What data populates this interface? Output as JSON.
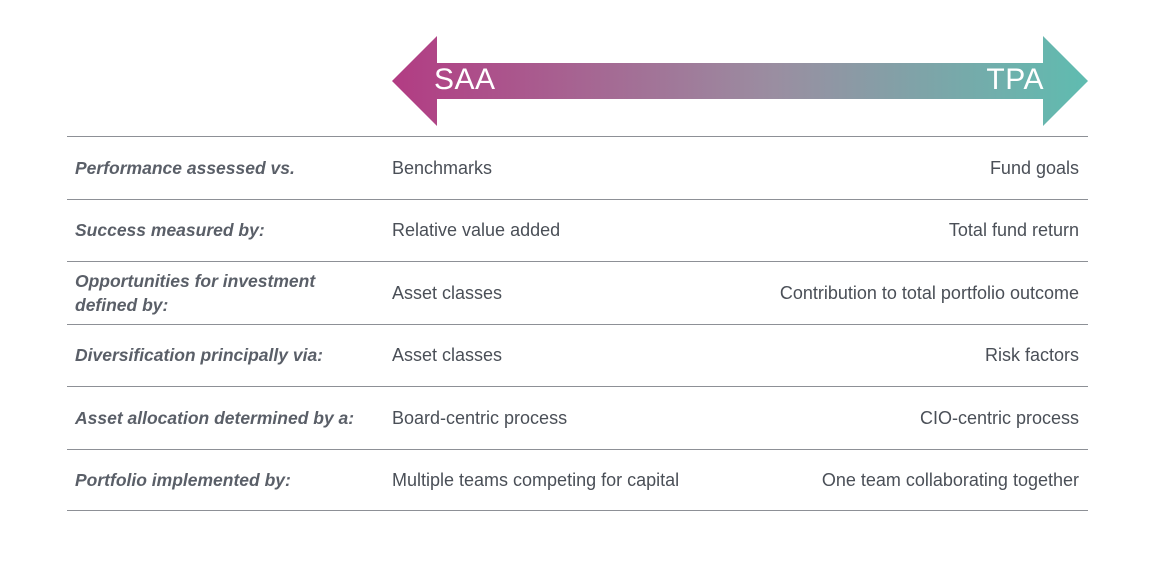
{
  "spectrum": {
    "left_label": "SAA",
    "right_label": "TPA",
    "left_color": "#b23c83",
    "mid_color": "#9a8ea1",
    "right_color": "#5fbcb0"
  },
  "rows": [
    {
      "criterion": "Performance assessed vs.",
      "saa": "Benchmarks",
      "tpa": "Fund goals"
    },
    {
      "criterion": "Success measured by:",
      "saa": "Relative value added",
      "tpa": "Total fund return"
    },
    {
      "criterion": "Opportunities for investment defined by:",
      "saa": "Asset classes",
      "tpa": "Contribution to total portfolio outcome"
    },
    {
      "criterion": "Diversification principally via:",
      "saa": "Asset classes",
      "tpa": "Risk factors"
    },
    {
      "criterion": "Asset allocation determined by a:",
      "saa": "Board-centric process",
      "tpa": "CIO-centric process"
    },
    {
      "criterion": "Portfolio implemented by:",
      "saa": "Multiple teams competing for capital",
      "tpa": "One team collaborating together"
    }
  ]
}
